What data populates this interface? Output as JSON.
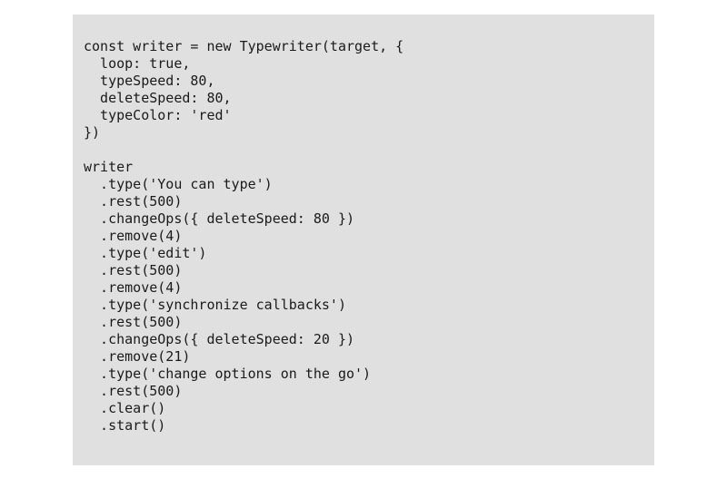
{
  "page": {
    "background_color": "#ffffff"
  },
  "code_block": {
    "background_color": "#e0e0e0",
    "text_color": "#1a1a1a",
    "language": "javascript",
    "lines": [
      "const writer = new Typewriter(target, {",
      "  loop: true,",
      "  typeSpeed: 80,",
      "  deleteSpeed: 80,",
      "  typeColor: 'red'",
      "})",
      "",
      "writer",
      "  .type('You can type')",
      "  .rest(500)",
      "  .changeOps({ deleteSpeed: 80 })",
      "  .remove(4)",
      "  .type('edit')",
      "  .rest(500)",
      "  .remove(4)",
      "  .type('synchronize callbacks')",
      "  .rest(500)",
      "  .changeOps({ deleteSpeed: 20 })",
      "  .remove(21)",
      "  .type('change options on the go')",
      "  .rest(500)",
      "  .clear()",
      "  .start()"
    ]
  }
}
